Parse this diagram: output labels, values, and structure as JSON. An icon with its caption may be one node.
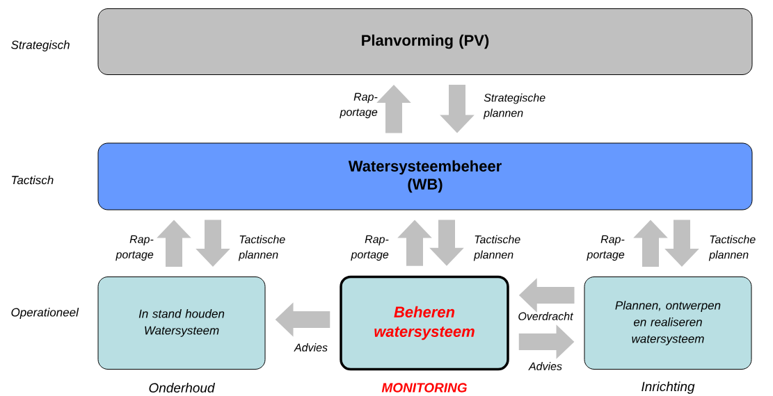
{
  "diagram": {
    "nodes": [
      {
        "text": [
          "Planvorming (PV)"
        ]
      },
      {
        "text": [
          "Watersysteembeheer (WB)"
        ]
      },
      {
        "text": [
          "In stand houden Watersysteem"
        ],
        "beside": [
          "Onderhoud"
        ]
      },
      {
        "text": [
          "Beheren watersysteem"
        ],
        "beside": [
          "MONITORING"
        ]
      },
      {
        "text": [
          "Plannen, ontwerpen en realiseren watersysteem"
        ],
        "beside": [
          "Inrichting"
        ]
      }
    ],
    "edges": [
      {
        "from": 1,
        "to": 0,
        "arrow": "to",
        "label": "Rap- portage"
      },
      {
        "from": 0,
        "to": 1,
        "arrow": "to",
        "label": "Strategische plannen"
      },
      {
        "from": 2,
        "to": 1,
        "arrow": "to",
        "label": "Rap- portage"
      },
      {
        "from": 1,
        "to": 2,
        "arrow": "to",
        "label": "Tactische plannen"
      },
      {
        "from": 3,
        "to": 1,
        "arrow": "to",
        "label": "Rap- portage"
      },
      {
        "from": 1,
        "to": 3,
        "arrow": "to",
        "label": "Tactische plannen"
      },
      {
        "from": 4,
        "to": 1,
        "arrow": "to",
        "label": "Rap- portage"
      },
      {
        "from": 1,
        "to": 4,
        "arrow": "to",
        "label": "Tactische plannen"
      },
      {
        "from": 3,
        "to": 2,
        "arrow": "to",
        "label": "Advies"
      },
      {
        "from": 4,
        "to": 3,
        "arrow": "to",
        "label": "Overdracht"
      },
      {
        "from": 3,
        "to": 4,
        "arrow": "to",
        "label": "Advies"
      }
    ],
    "labels": [
      "Strategisch",
      "Tactisch",
      "Operationeel"
    ]
  }
}
